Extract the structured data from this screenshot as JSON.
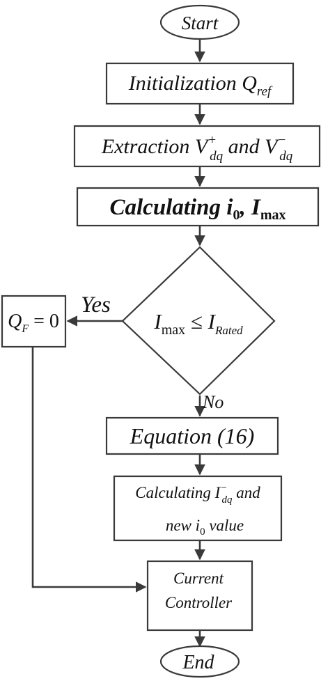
{
  "nodes": {
    "start": {
      "text": "Start"
    },
    "init": {
      "main": "Initialization ",
      "var": "Q",
      "sub": "ref"
    },
    "extract": {
      "pre": "Extraction ",
      "var1": "V",
      "sup1": "+",
      "sub1": "dq",
      "mid": " and ",
      "var2": "V",
      "sup2": "−",
      "sub2": "dq"
    },
    "calc": {
      "pre": "Calculating ",
      "var1": "i",
      "sub1": "0",
      "comma": ", ",
      "var2": "I",
      "sub2": "max"
    },
    "decision": {
      "var1": "I",
      "sub1": "max",
      "op": " ≤ ",
      "var2": "I",
      "sub2": "Rated"
    },
    "qf": {
      "var": "Q",
      "sub": "F",
      "rest": " = 0"
    },
    "equation": {
      "text": "Equation (16)"
    },
    "calc2": {
      "l1_pre": "Calculating ",
      "l1_var": "I",
      "l1_sup": "−",
      "l1_sub": "dq",
      "l1_post": " and",
      "l2_pre": "new ",
      "l2_var": "i",
      "l2_sub": "0",
      "l2_post": " value"
    },
    "controller": {
      "line1": "Current",
      "line2": "Controller"
    },
    "end": {
      "text": "End"
    }
  },
  "edges": {
    "yes_label": "Yes",
    "no_label": "No"
  }
}
